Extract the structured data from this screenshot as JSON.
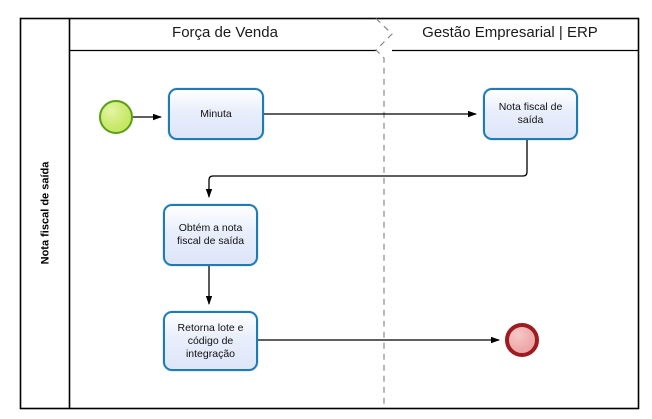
{
  "diagram": {
    "type": "bpmn-process-diagram",
    "pool": {
      "label": "Nota fiscal de saída"
    },
    "lanes": [
      {
        "id": "forca-de-venda",
        "label": "Força de Venda"
      },
      {
        "id": "gestao-empresarial-erp",
        "label": "Gestão Empresarial | ERP"
      }
    ],
    "events": [
      {
        "id": "start",
        "kind": "start-event",
        "label": "",
        "lane": "forca-de-venda",
        "fill": "#cbe96d",
        "stroke": "#5a9e16"
      },
      {
        "id": "end",
        "kind": "end-event",
        "label": "",
        "lane": "gestao-empresarial-erp",
        "fill": "#eeaaaa",
        "stroke": "#9e1b20"
      }
    ],
    "tasks": [
      {
        "id": "minuta",
        "label": "Minuta",
        "lane": "forca-de-venda"
      },
      {
        "id": "nota-fiscal-de-saida",
        "label": "Nota fiscal de saída",
        "lane": "gestao-empresarial-erp"
      },
      {
        "id": "obtem-a-nota-fiscal-de-saida",
        "label": "Obtém a nota fiscal de saída",
        "lane": "forca-de-venda"
      },
      {
        "id": "retorna-lote-e-codigo-de-integracao",
        "label": "Retorna lote e código de integração",
        "lane": "forca-de-venda"
      }
    ],
    "flows": [
      {
        "from": "start",
        "to": "minuta"
      },
      {
        "from": "minuta",
        "to": "nota-fiscal-de-saida"
      },
      {
        "from": "nota-fiscal-de-saida",
        "to": "obtem-a-nota-fiscal-de-saida"
      },
      {
        "from": "obtem-a-nota-fiscal-de-saida",
        "to": "retorna-lote-e-codigo-de-integracao"
      },
      {
        "from": "retorna-lote-e-codigo-de-integracao",
        "to": "end"
      }
    ],
    "colors": {
      "task_stroke": "#1f7bb6",
      "task_fill": "#e4ebfa",
      "frame_stroke": "#000000",
      "lane_divider": "#7a7a7a",
      "flow_stroke": "#000000"
    }
  }
}
